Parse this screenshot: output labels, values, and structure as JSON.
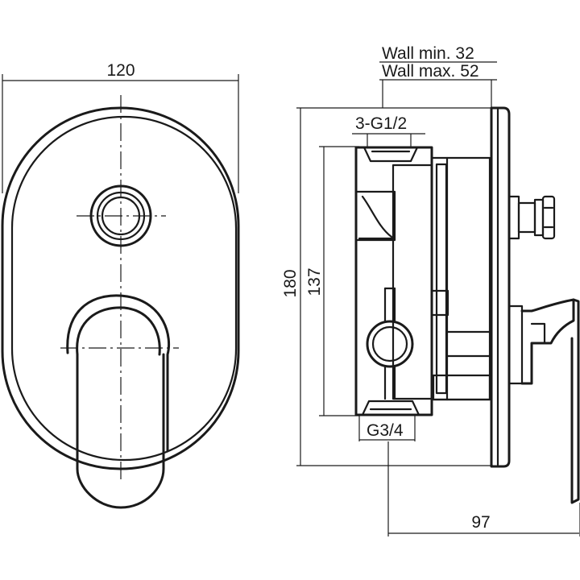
{
  "dimensions": {
    "width_label": "120",
    "height_label": "180",
    "body_height_label": "137",
    "depth_label": "97",
    "wall_min_label": "Wall min. 32",
    "wall_max_label": "Wall max. 52",
    "outlet_thread_label": "3-G1/2",
    "inlet_thread_label": "G3/4"
  }
}
